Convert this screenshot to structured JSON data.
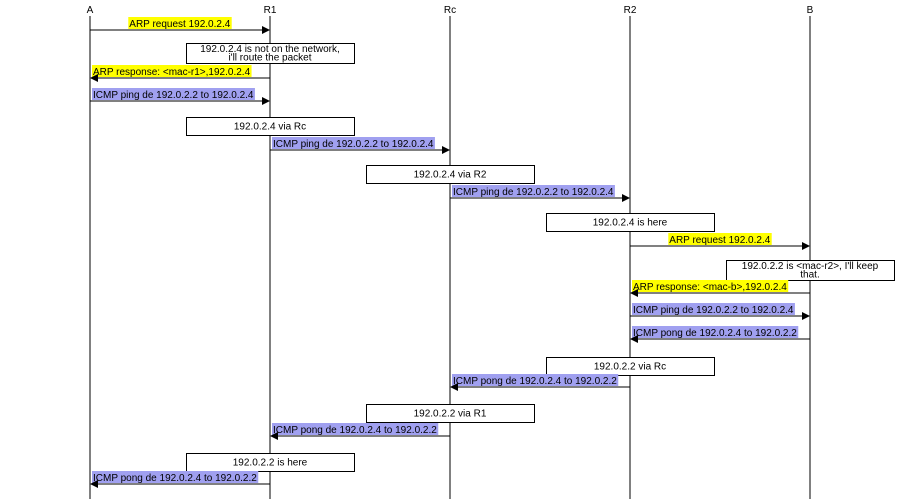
{
  "colors": {
    "arp": "#ffff00",
    "icmp": "#a0a0f0",
    "line": "#000000",
    "note_fill": "#ffffff"
  },
  "participants": [
    "A",
    "R1",
    "Rc",
    "R2",
    "B"
  ],
  "events": [
    {
      "kind": "message",
      "from": "A",
      "to": "R1",
      "label": "ARP request 192.0.2.4",
      "style": "arp"
    },
    {
      "kind": "note",
      "at": "R1",
      "lines": [
        "192.0.2.4 is not on the network,",
        "i'll route the packet"
      ]
    },
    {
      "kind": "message",
      "from": "R1",
      "to": "A",
      "label": "ARP response: <mac-r1>,192.0.2.4",
      "style": "arp"
    },
    {
      "kind": "message",
      "from": "A",
      "to": "R1",
      "label": "ICMP ping de 192.0.2.2 to 192.0.2.4",
      "style": "icmp"
    },
    {
      "kind": "note",
      "at": "R1",
      "lines": [
        "192.0.2.4 via Rc"
      ]
    },
    {
      "kind": "message",
      "from": "R1",
      "to": "Rc",
      "label": "ICMP ping de 192.0.2.2 to 192.0.2.4",
      "style": "icmp"
    },
    {
      "kind": "note",
      "at": "Rc",
      "lines": [
        "192.0.2.4 via R2"
      ]
    },
    {
      "kind": "message",
      "from": "Rc",
      "to": "R2",
      "label": "ICMP ping de 192.0.2.2 to 192.0.2.4",
      "style": "icmp"
    },
    {
      "kind": "note",
      "at": "R2",
      "lines": [
        "192.0.2.4 is here"
      ]
    },
    {
      "kind": "message",
      "from": "R2",
      "to": "B",
      "label": "ARP request 192.0.2.4",
      "style": "arp"
    },
    {
      "kind": "note",
      "at": "B",
      "lines": [
        "192.0.2.2 is <mac-r2>, I'll keep",
        "that."
      ]
    },
    {
      "kind": "message",
      "from": "B",
      "to": "R2",
      "label": "ARP response: <mac-b>,192.0.2.4",
      "style": "arp"
    },
    {
      "kind": "message",
      "from": "R2",
      "to": "B",
      "label": "ICMP ping de 192.0.2.2 to 192.0.2.4",
      "style": "icmp"
    },
    {
      "kind": "message",
      "from": "B",
      "to": "R2",
      "label": "ICMP pong de 192.0.2.4 to 192.0.2.2",
      "style": "icmp"
    },
    {
      "kind": "note",
      "at": "R2",
      "lines": [
        "192.0.2.2 via Rc"
      ]
    },
    {
      "kind": "message",
      "from": "R2",
      "to": "Rc",
      "label": "ICMP pong de 192.0.2.4 to 192.0.2.2",
      "style": "icmp"
    },
    {
      "kind": "note",
      "at": "Rc",
      "lines": [
        "192.0.2.2 via R1"
      ]
    },
    {
      "kind": "message",
      "from": "Rc",
      "to": "R1",
      "label": "ICMP pong de 192.0.2.4 to 192.0.2.2",
      "style": "icmp"
    },
    {
      "kind": "note",
      "at": "R1",
      "lines": [
        "192.0.2.2 is here"
      ]
    },
    {
      "kind": "message",
      "from": "R1",
      "to": "A",
      "label": "ICMP pong de 192.0.2.4 to 192.0.2.2",
      "style": "icmp"
    }
  ]
}
